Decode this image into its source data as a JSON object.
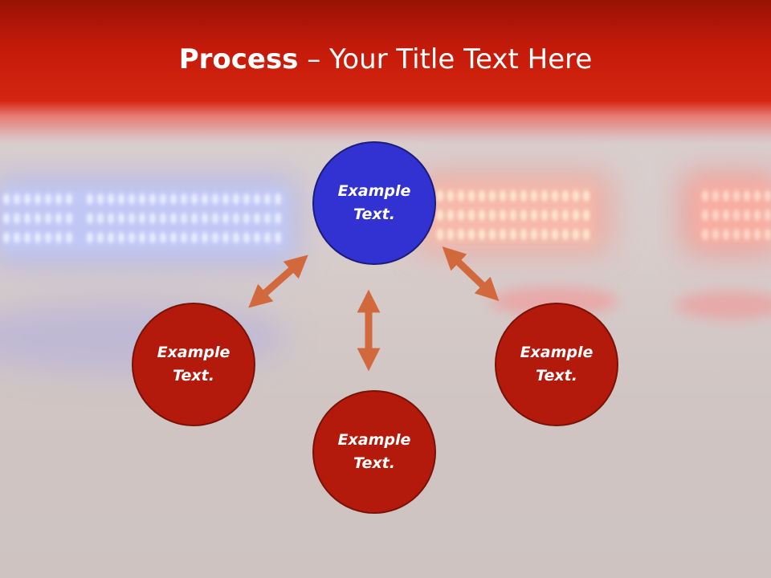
{
  "title": {
    "bold": "Process",
    "rest": " – Your Title Text Here"
  },
  "diagram": {
    "nodes": [
      {
        "id": "top",
        "line1": "Example",
        "line2": "Text.",
        "color": "#3232d2"
      },
      {
        "id": "left",
        "line1": "Example",
        "line2": "Text.",
        "color": "#b31a0c"
      },
      {
        "id": "bottom",
        "line1": "Example",
        "line2": "Text.",
        "color": "#b31a0c"
      },
      {
        "id": "right",
        "line1": "Example",
        "line2": "Text.",
        "color": "#b31a0c"
      }
    ],
    "arrow_color": "#d2693c"
  },
  "colors": {
    "header_red": "#c41a0a",
    "background": "#d3c8c6"
  }
}
